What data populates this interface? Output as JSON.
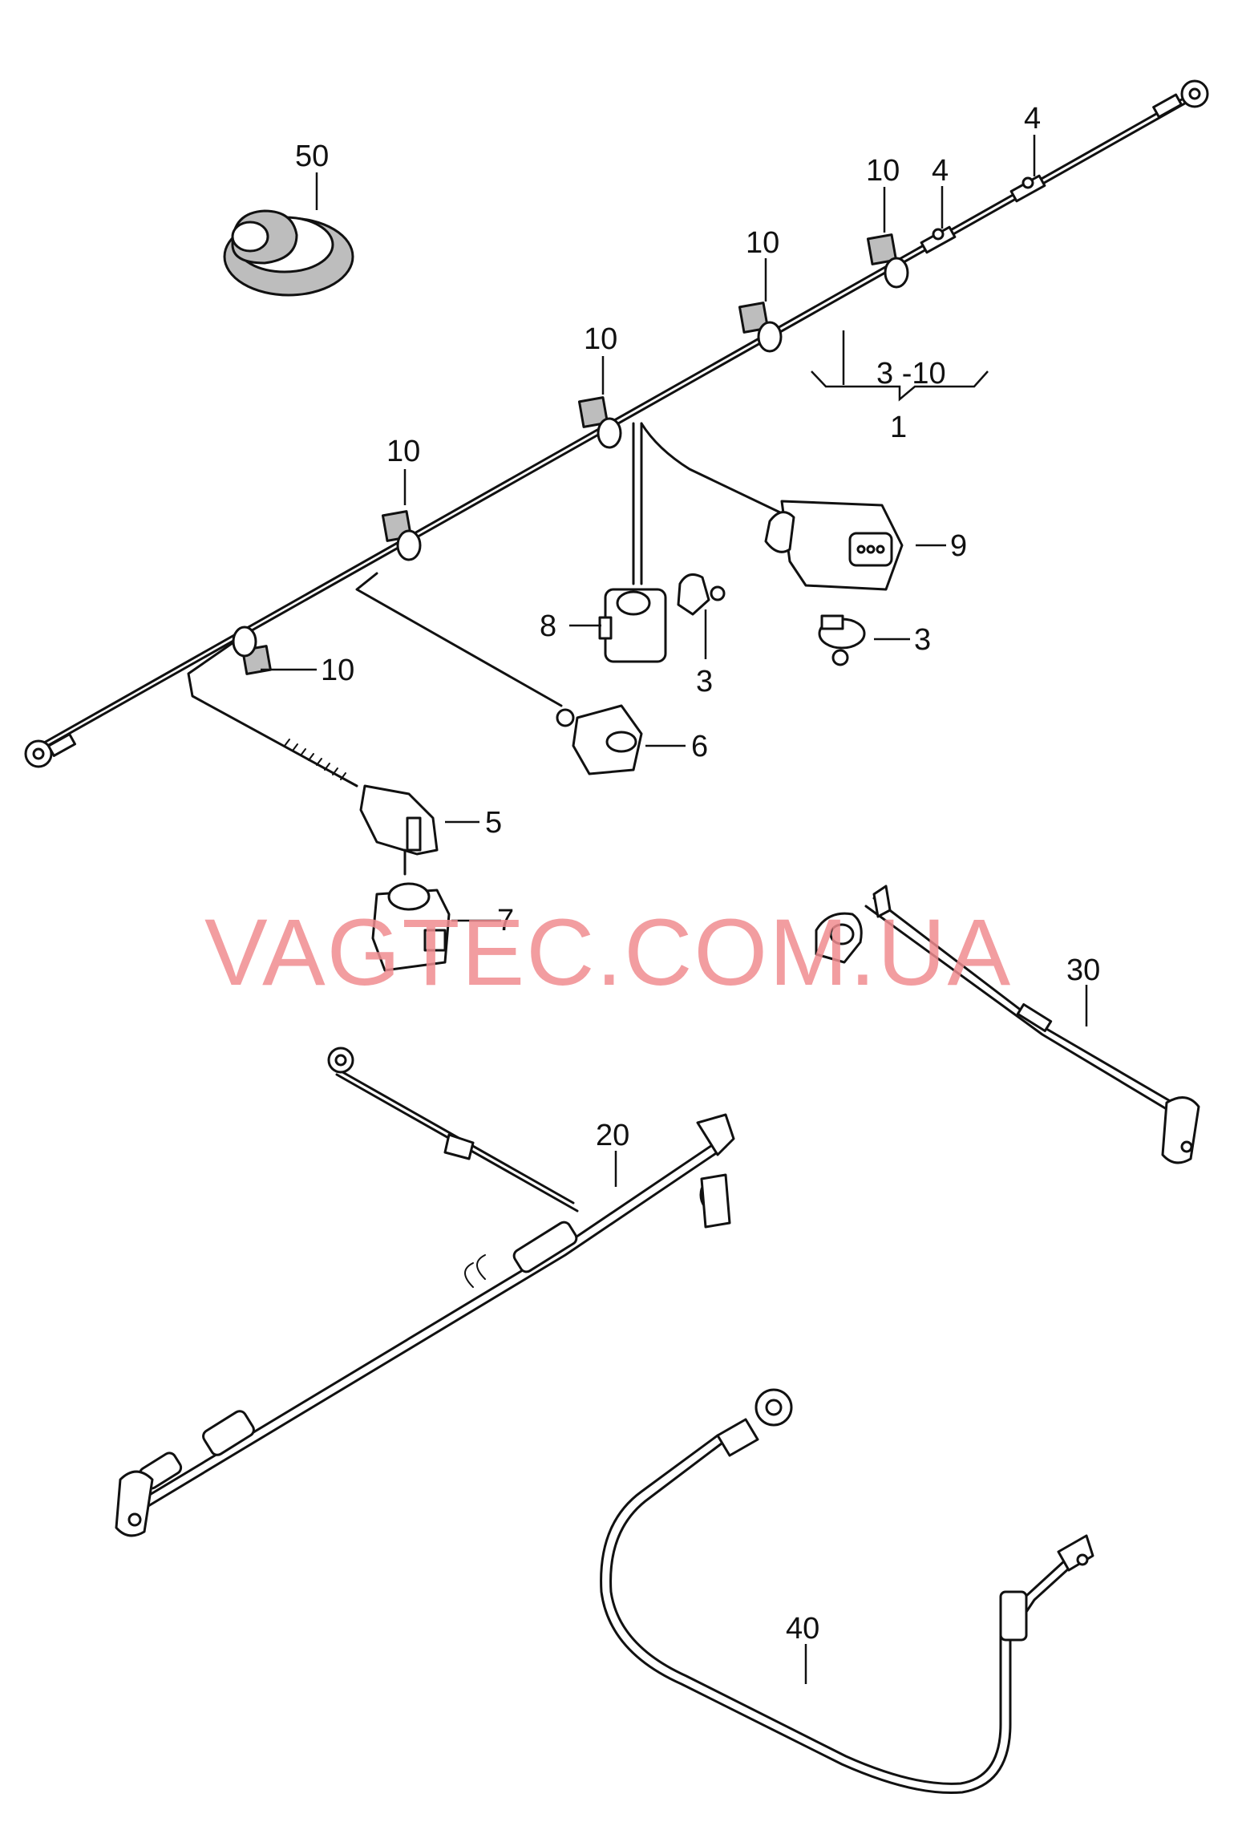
{
  "watermark": "VAGTEC.COM.UA",
  "callouts": {
    "c50": "50",
    "c4a": "4",
    "c4b": "4",
    "c10a": "10",
    "c10b": "10",
    "c10c": "10",
    "c10d": "10",
    "c10e": "10",
    "c310": "3 -10",
    "c1": "1",
    "c9": "9",
    "c8": "8",
    "c3a": "3",
    "c3b": "3",
    "c6": "6",
    "c5": "5",
    "c7": "7",
    "c30": "30",
    "c20": "20",
    "c40": "40"
  },
  "colors": {
    "watermark": "#f08c90",
    "line": "#111111"
  }
}
